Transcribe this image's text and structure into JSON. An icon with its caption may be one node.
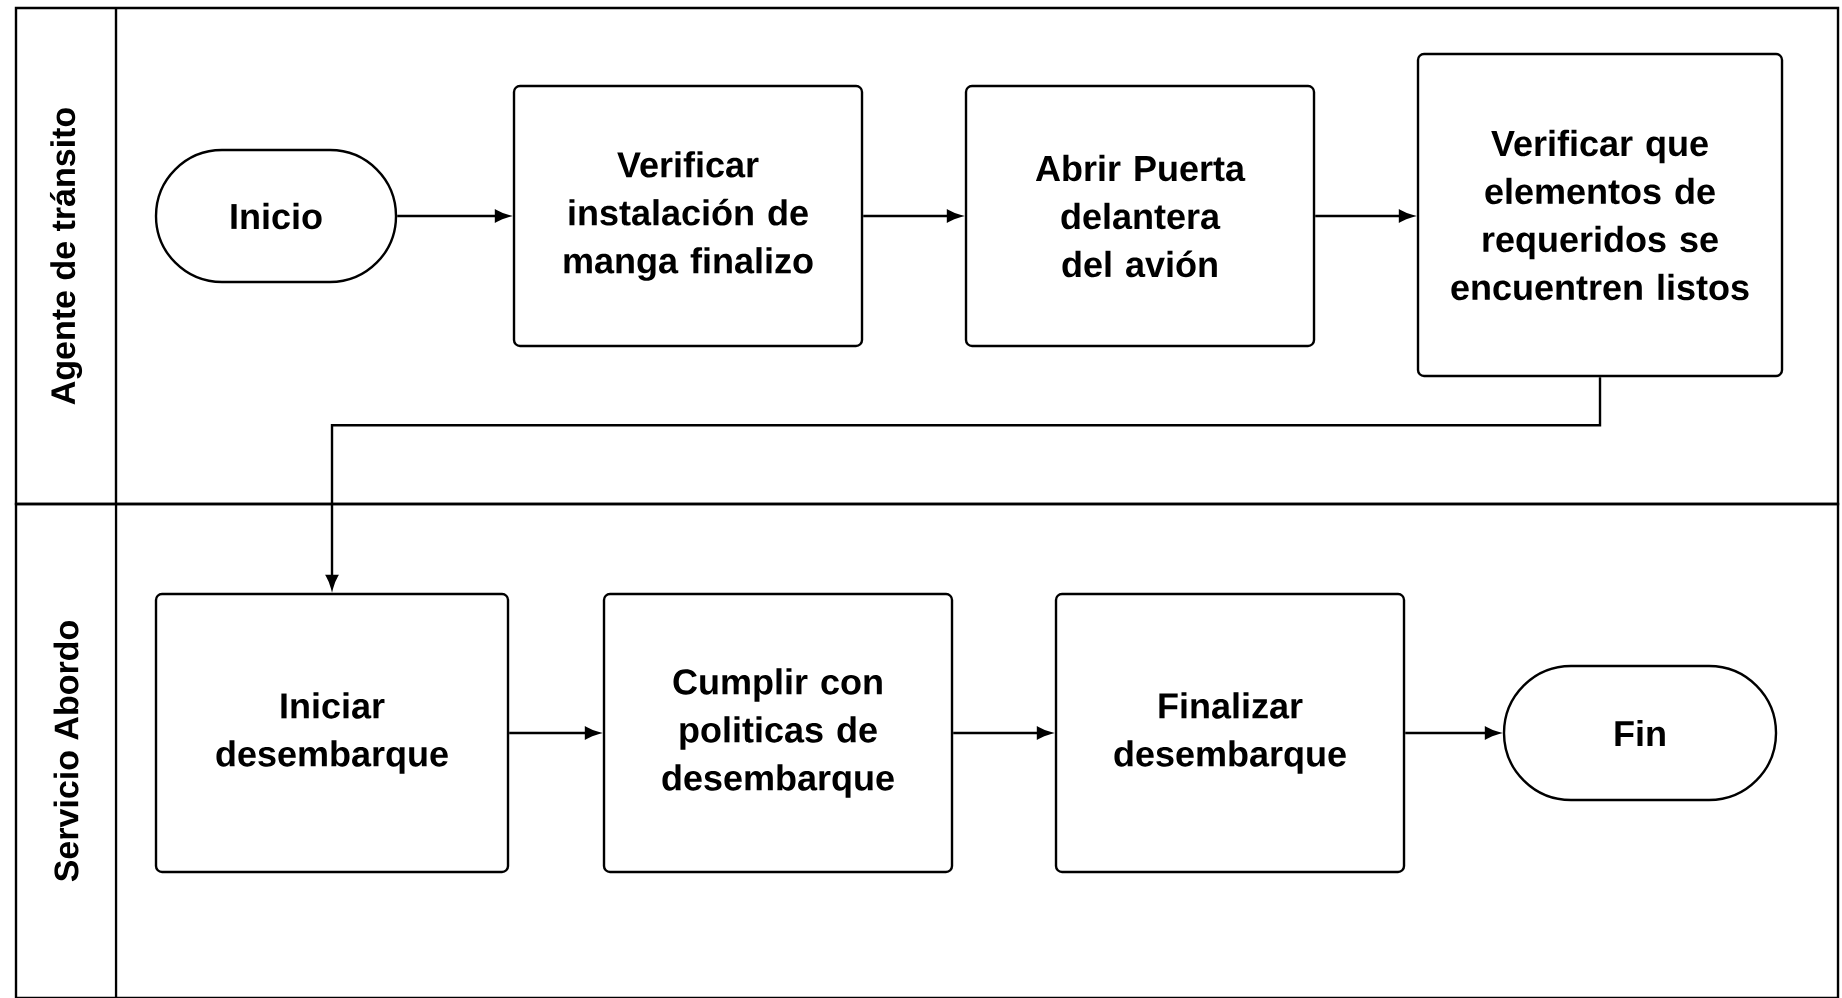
{
  "diagram": {
    "nodes": [
      {
        "text": [
          "Agente de tránsito"
        ]
      },
      {
        "text": [
          "Inicio"
        ],
        "in": 0
      },
      {
        "text": [
          "Verificar instalación de manga finalizo"
        ],
        "in": 0
      },
      {
        "text": [
          "Abrir Puerta delantera del avión"
        ],
        "in": 0
      },
      {
        "text": [
          "Verificar que elementos de requeridos se encuentren listos"
        ],
        "in": 0
      },
      {
        "text": [
          "Servicio Abordo"
        ]
      },
      {
        "text": [
          "Iniciar desembarque"
        ],
        "in": 5
      },
      {
        "text": [
          "Cumplir con politicas de desembarque"
        ],
        "in": 5
      },
      {
        "text": [
          "Finalizar desembarque"
        ],
        "in": 5
      },
      {
        "text": [
          "Fin"
        ],
        "in": 5
      }
    ],
    "edges": [
      {
        "from": 1,
        "to": 2,
        "arrow": "to"
      },
      {
        "from": 2,
        "to": 3,
        "arrow": "to"
      },
      {
        "from": 3,
        "to": 4,
        "arrow": "to"
      },
      {
        "from": 4,
        "to": 6,
        "arrow": "to"
      },
      {
        "from": 6,
        "to": 7,
        "arrow": "to"
      },
      {
        "from": 7,
        "to": 8,
        "arrow": "to"
      },
      {
        "from": 8,
        "to": 9,
        "arrow": "to"
      }
    ]
  }
}
